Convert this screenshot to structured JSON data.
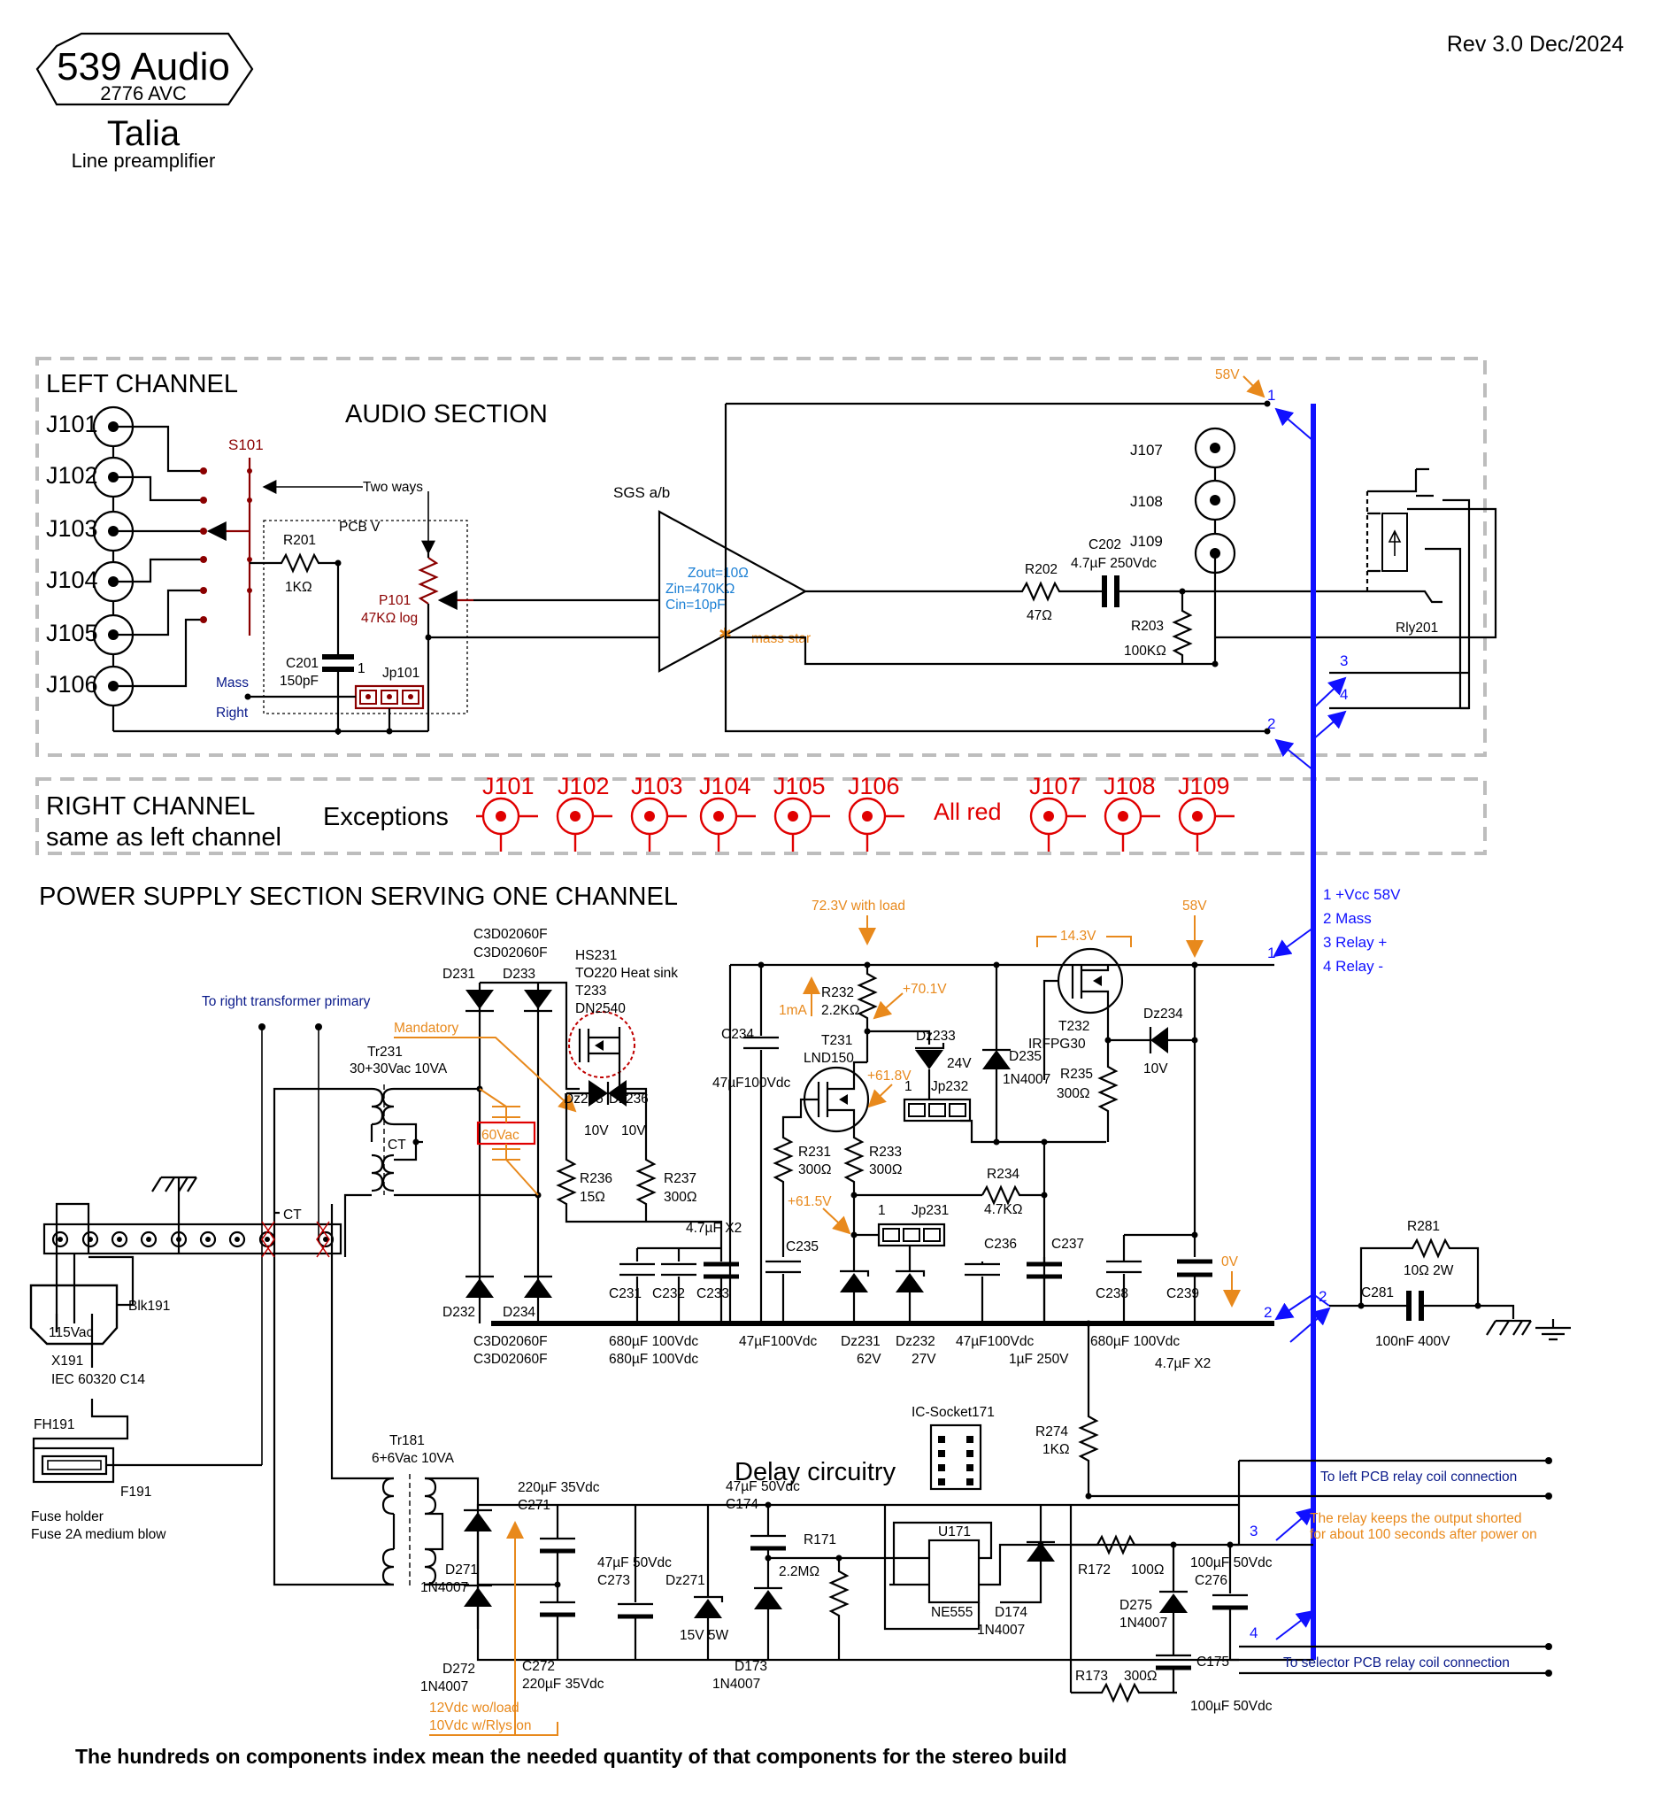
{
  "logo": {
    "brand": "539 Audio",
    "code": "2776 AVC",
    "model": "Talia",
    "subtitle": "Line preamplifier"
  },
  "revision": "Rev 3.0 Dec/2024",
  "sections": {
    "left_channel": "LEFT CHANNEL",
    "audio": "AUDIO SECTION",
    "right_channel": "RIGHT CHANNEL",
    "right_channel_sub": "same as left channel",
    "exceptions": "Exceptions",
    "all_red": "All red",
    "power": "POWER SUPPLY SECTION SERVING ONE CHANNEL",
    "delay": "Delay circuitry"
  },
  "audio": {
    "jacks_in": [
      "J101",
      "J102",
      "J103",
      "J104",
      "J105",
      "J106"
    ],
    "jacks_out": [
      "J107",
      "J108",
      "J109"
    ],
    "s101": "S101",
    "two_ways": "Two ways",
    "pcb_v": "PCB V",
    "r201": "R201",
    "r201_val": "1KΩ",
    "p101": "P101",
    "p101_val": "47KΩ log",
    "c201": "C201",
    "c201_val": "150pF",
    "jp101": "Jp101",
    "jp101_pin": "1",
    "mass": "Mass",
    "right": "Right",
    "sgs": "SGS a/b",
    "zout": "Zout=10Ω",
    "zin": "Zin=470KΩ",
    "cin": "Cin=10pF",
    "mass_star": "mass star",
    "r202": "R202",
    "r202_val": "47Ω",
    "c202": "C202",
    "c202_val": "4.7µF 250Vdc",
    "r203": "R203",
    "r203_val": "100KΩ",
    "rly": "Rly201",
    "v58": "58V",
    "pins": [
      "1",
      "2",
      "3",
      "4"
    ]
  },
  "exceptions": {
    "jacks": [
      "J101",
      "J102",
      "J103",
      "J104",
      "J105",
      "J106",
      "J107",
      "J108",
      "J109"
    ]
  },
  "legend": [
    "1  +Vcc 58V",
    "2  Mass",
    "3  Relay +",
    "4  Relay -"
  ],
  "power": {
    "d231": "D231",
    "d233": "D233",
    "d232": "D232",
    "d234": "D234",
    "d_part_a": "C3D02060F",
    "d_part_b": "C3D02060F",
    "d_part_c": "C3D02060F",
    "d_part_d": "C3D02060F",
    "hs": "HS231",
    "hs_desc": "TO220 Heat sink",
    "t233": "T233",
    "t233_part": "DN2540",
    "to_right_primary": "To right transformer primary",
    "mandatory": "Mandatory",
    "tr231": "Tr231",
    "tr231_val": "30+30Vac 10VA",
    "ct": "CT",
    "vac60": "60Vac",
    "dz235": "Dz235",
    "dz236": "Dz236",
    "dz_val_a": "10V",
    "dz_val_b": "10V",
    "r236": "R236",
    "r236_val": "15Ω",
    "r237": "R237",
    "r237_val": "300Ω",
    "c234": "C234",
    "c234_val": "47µF100Vdc",
    "v723": "72.3V with load",
    "ma1": "1mA",
    "r232": "R232",
    "r232_val": "2.2KΩ",
    "v701": "+70.1V",
    "t231": "T231",
    "t231_part": "LND150",
    "v618": "+61.8V",
    "dz233": "Dz233",
    "dz233_val": "24V",
    "d235": "D235",
    "d235_part": "1N4007",
    "jp232": "Jp232",
    "jp_pin": "1",
    "v143": "14.3V",
    "t232": "T232",
    "t232_part": "IRFPG30",
    "dz234": "Dz234",
    "dz234_val": "10V",
    "r235": "R235",
    "r235_val": "300Ω",
    "r231": "R231",
    "r231_val": "300Ω",
    "r233": "R233",
    "r233_val": "300Ω",
    "v615": "+61.5V",
    "jp231": "Jp231",
    "r234": "R234",
    "r234_val": "4.7KΩ",
    "cap_x2": "4.7µF X2",
    "c235": "C235",
    "c236": "C236",
    "c237": "C237",
    "c238": "C238",
    "c239": "C239",
    "c231": "C231",
    "c232": "C232",
    "c233": "C233",
    "v0": "0V",
    "caps_val_a": "680µF  100Vdc",
    "caps_val_b": "680µF  100Vdc",
    "c235_val": "47µF100Vdc",
    "dz231": "Dz231",
    "dz231_val": "62V",
    "dz232": "Dz232",
    "dz232_val": "27V",
    "c236_val": "47µF100Vdc",
    "c237_val": "1µF 250V",
    "c238_val": "680µF 100Vdc",
    "c239_val": "4.7µF X2",
    "v58": "58V",
    "blk": "Blk191",
    "vac115": "115Vac",
    "x191": "X191",
    "x191_part": "IEC 60320 C14",
    "fh": "FH191",
    "f191": "F191",
    "fuse_a": "Fuse holder",
    "fuse_b": "Fuse 2A medium blow",
    "r281": "R281",
    "r281_val": "10Ω 2W",
    "c281": "C281",
    "c281_val": "100nF 400V"
  },
  "delay": {
    "tr181": "Tr181",
    "tr181_val": "6+6Vac 10VA",
    "c271": "C271",
    "c271_val": "220µF 35Vdc",
    "c272": "C272",
    "c272_val": "220µF 35Vdc",
    "d271": "D271",
    "d271_part": "1N4007",
    "d272": "D272",
    "d272_part": "1N4007",
    "v12": "12Vdc wo/load",
    "v10": "10Vdc w/Rlys on",
    "c273": "C273",
    "c273_val": "47µF 50Vdc",
    "dz271": "Dz271",
    "dz271_val": "15V 5W",
    "c174": "C174",
    "c174_val": "47µF 50Vdc",
    "d173": "D173",
    "d173_part": "1N4007",
    "r171": "R171",
    "r171_val": "2.2MΩ",
    "socket": "IC-Socket171",
    "u171": "U171",
    "u171_part": "NE555",
    "d174": "D174",
    "d174_part": "1N4007",
    "r274": "R274",
    "r274_val": "1KΩ",
    "r172": "R172",
    "r172_val": "100Ω",
    "d275": "D275",
    "d275_part": "1N4007",
    "c276": "C276",
    "c276_val": "100µF 50Vdc",
    "r173": "R173",
    "r173_val": "300Ω",
    "c175": "C175",
    "c175_val": "100µF 50Vdc",
    "to_left": "To left PCB relay coil connection",
    "to_selector": "To selector PCB relay coil connection",
    "relay_note_a": "The relay keeps the output shorted",
    "relay_note_b": "for about 100 seconds after power on",
    "pins": [
      "2",
      "3",
      "4"
    ]
  },
  "footer": "The hundreds on components index mean the needed quantity of that components for the stereo build"
}
